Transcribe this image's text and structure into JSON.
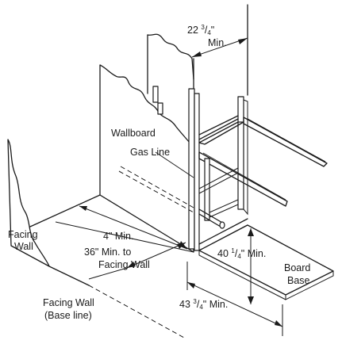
{
  "labels": {
    "top_width_main": "22 ",
    "top_width_sup": "3",
    "top_width_frac": "/",
    "top_width_sub": "4",
    "top_width_unit": "\"",
    "top_width_min": "Min.",
    "wallboard": "Wallboard",
    "gas_line": "Gas Line",
    "facing_wall_1": "Facing",
    "facing_wall_2": "Wall",
    "four_min": "4\" Min.",
    "thirtysix_1": "36\" Min. to",
    "thirtysix_2": "Facing Wall",
    "height_main": "40 ",
    "height_sup": "1",
    "height_frac": "/",
    "height_sub": "4",
    "height_unit": "\" Min.",
    "board_1": "Board",
    "board_2": "Base",
    "width_main": "43 ",
    "width_sup": "3",
    "width_frac": "/",
    "width_sub": "4",
    "width_unit": "\" Min.",
    "base_line_1": "Facing Wall",
    "base_line_2": "(Base line)"
  }
}
